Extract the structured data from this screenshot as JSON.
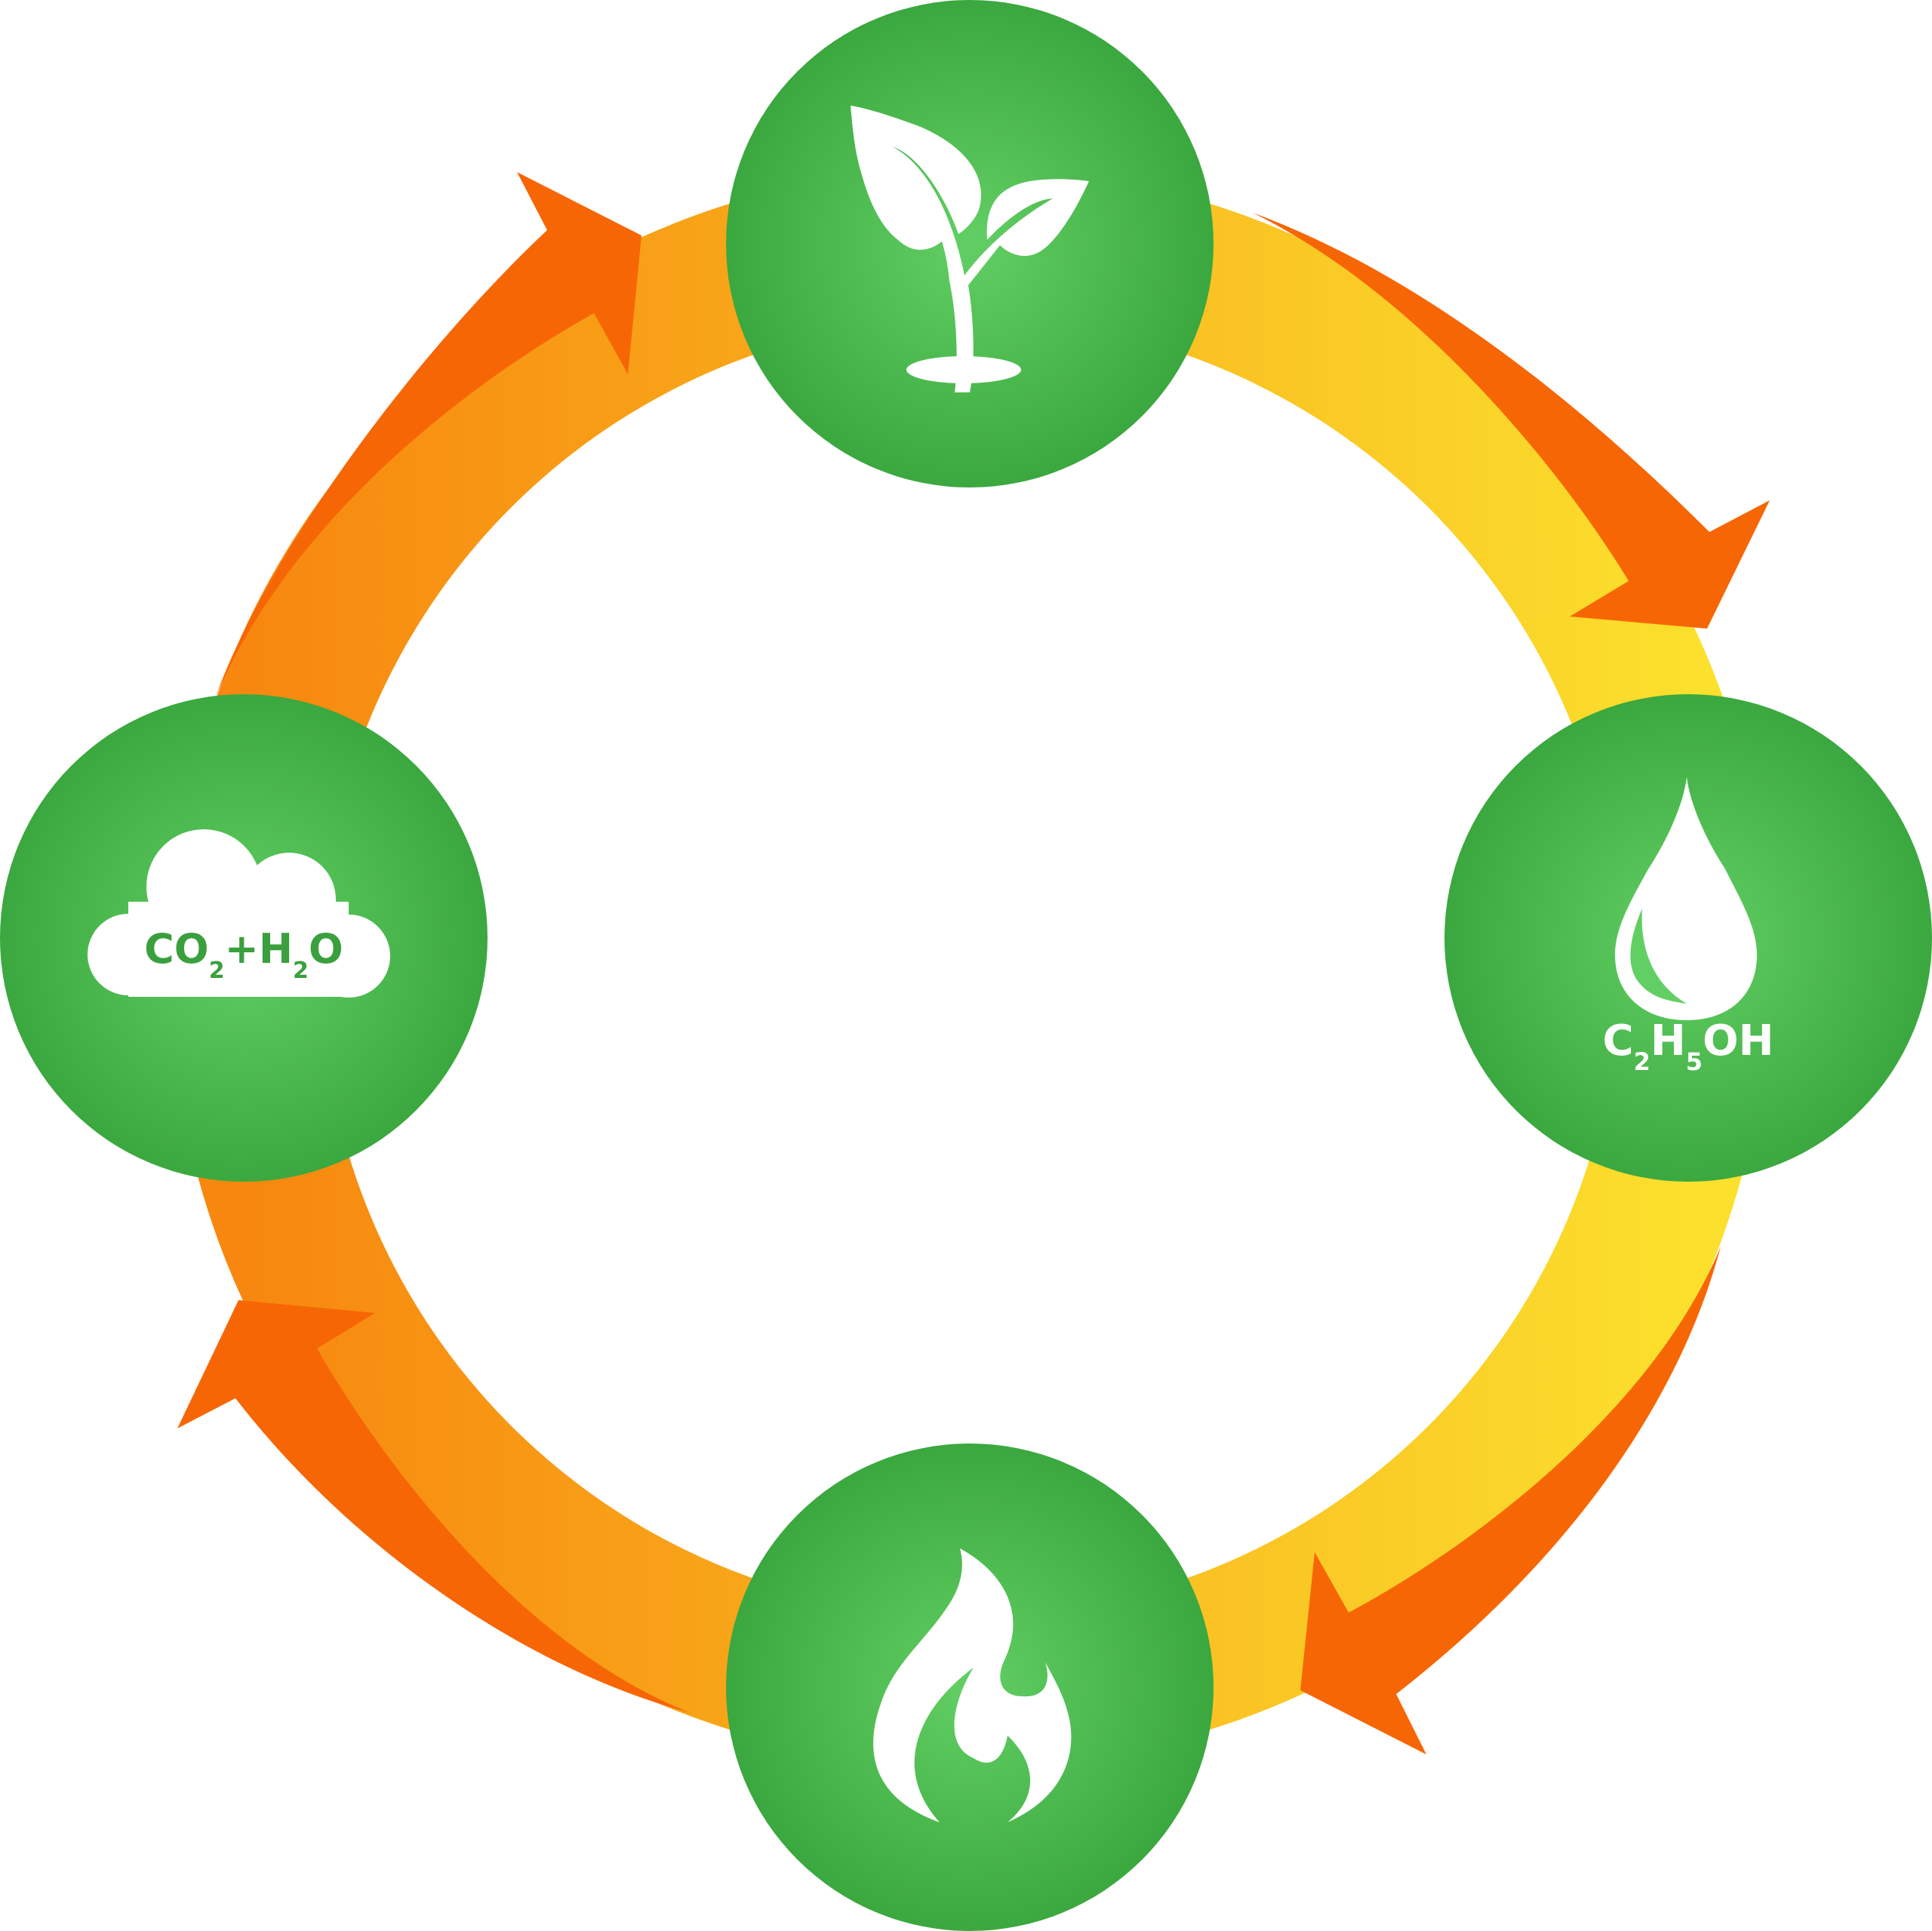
{
  "colors": {
    "ring_left": "#f7870f",
    "ring_right": "#fbe02d",
    "arrow": "#f76604",
    "node_center": "#62cf64",
    "node_edge": "#3ba83f",
    "icon": "#ffffff",
    "cloud_text": "#3aa03e"
  },
  "nodes": {
    "top": {
      "icon": "sprout-icon"
    },
    "right": {
      "icon": "drop-icon",
      "formula": {
        "c": "C",
        "c_sub": "2",
        "h": "H",
        "h_sub": "5",
        "oh": "OH"
      }
    },
    "bottom": {
      "icon": "flame-icon"
    },
    "left": {
      "icon": "cloud-icon",
      "formula": {
        "co": "CO",
        "co_sub": "2",
        "plus": "+",
        "h": "H",
        "h_sub": "2",
        "o": "O"
      }
    }
  }
}
